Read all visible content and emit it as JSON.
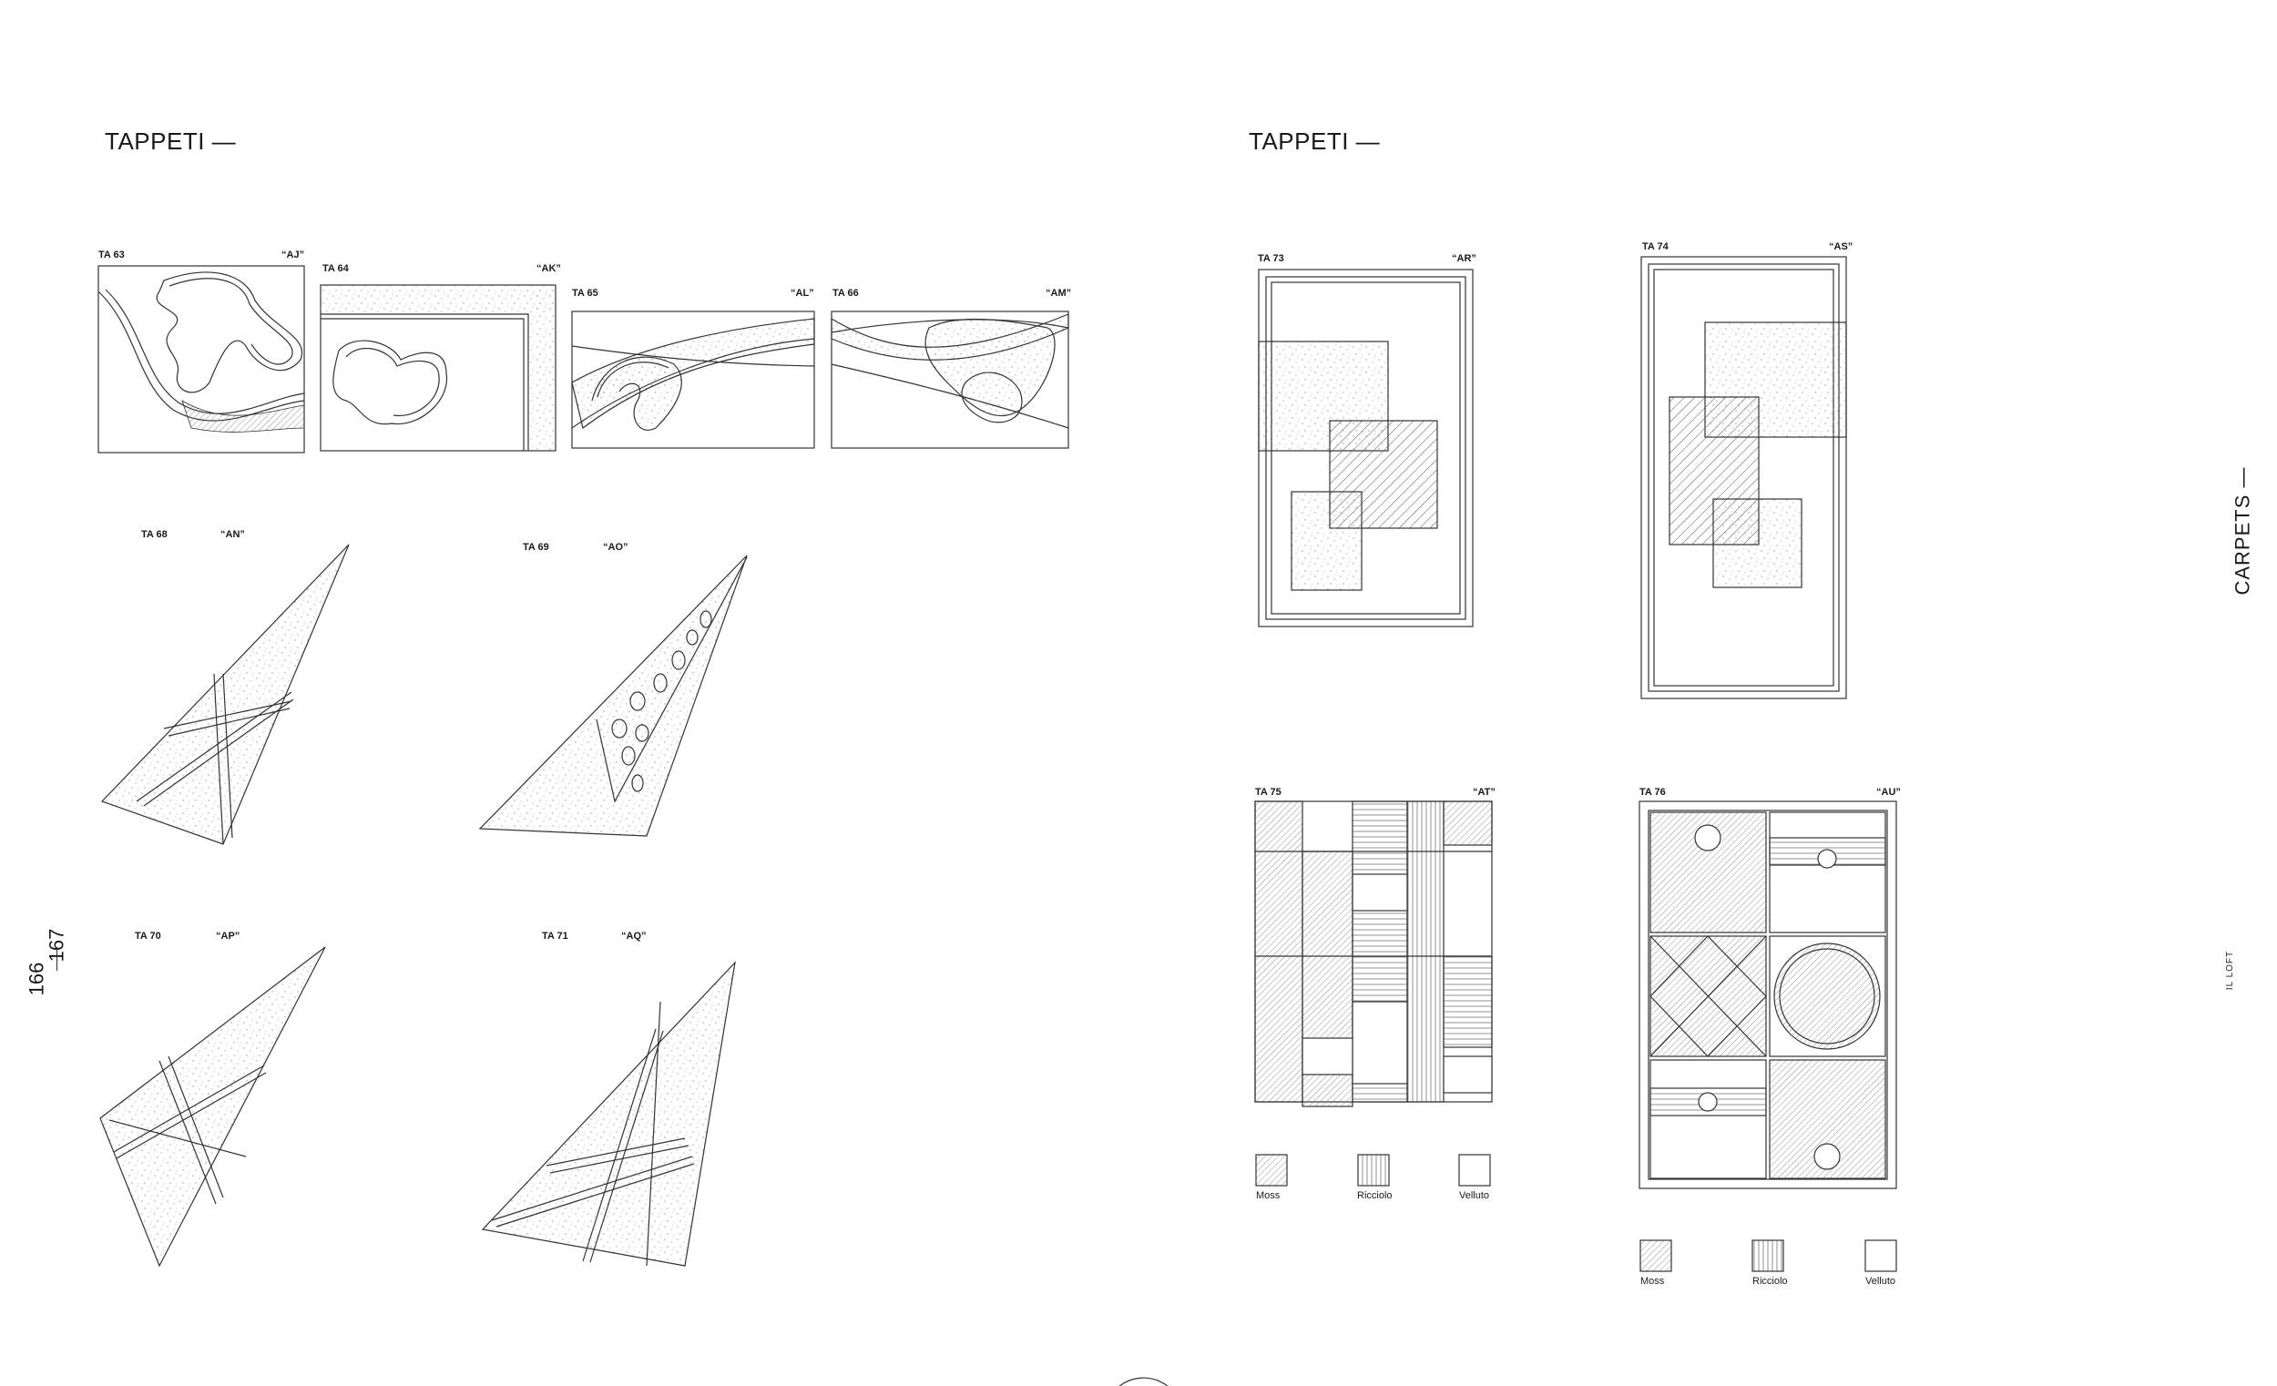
{
  "left_page": {
    "heading": "TAPPETI —",
    "rugs": [
      {
        "code": "TA 63",
        "name": "“AJ”"
      },
      {
        "code": "TA 64",
        "name": "“AK”"
      },
      {
        "code": "TA 65",
        "name": "“AL”"
      },
      {
        "code": "TA 66",
        "name": "“AM”"
      },
      {
        "code": "TA 68",
        "name": "“AN”"
      },
      {
        "code": "TA 69",
        "name": "“AO”"
      },
      {
        "code": "TA 70",
        "name": "“AP”"
      },
      {
        "code": "TA 71",
        "name": "“AQ”"
      }
    ]
  },
  "right_page": {
    "heading": "TAPPETI —",
    "rugs": [
      {
        "code": "TA 73",
        "name": "“AR”"
      },
      {
        "code": "TA 74",
        "name": "“AS”"
      },
      {
        "code": "TA 75",
        "name": "“AT”"
      },
      {
        "code": "TA 76",
        "name": "“AU”"
      }
    ],
    "legend": [
      "Moss",
      "Ricciolo",
      "Velluto"
    ]
  },
  "page_numbers": {
    "left": "166",
    "right": "167"
  },
  "side_title": "CARPETS —",
  "side_section": "IL LOFT",
  "colors": {
    "ink": "#1a1a1a",
    "line": "#555555",
    "speckle": "#9a9a9a"
  }
}
